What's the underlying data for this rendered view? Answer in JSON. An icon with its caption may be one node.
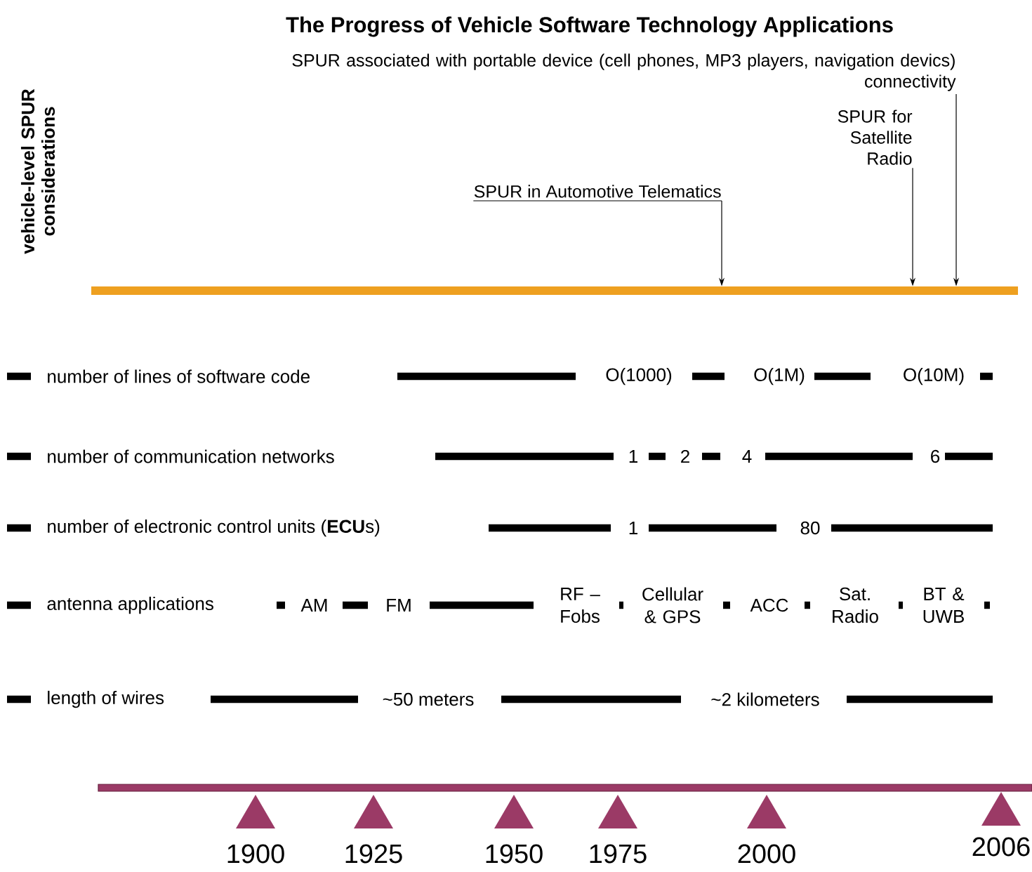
{
  "diagram": {
    "title": "The Progress of Vehicle Software Technology Applications",
    "nodes": [
      {
        "text": [
          "SPUR associated with portable device (cell phones, MP3 players, navigation devics) connectivity"
        ]
      },
      {
        "text": [
          "SPUR for Satellite Radio"
        ]
      },
      {
        "text": [
          "SPUR in Automotive Telematics"
        ]
      },
      {
        "text": [],
        "shape": "bar"
      }
    ],
    "edges": [
      {
        "from": 0,
        "to": 3,
        "arrow": "to"
      },
      {
        "from": 1,
        "to": 3,
        "arrow": "to"
      },
      {
        "from": 2,
        "to": 3,
        "arrow": "to"
      }
    ],
    "labels": [
      "vehicle-level SPUR considerations",
      "number of lines of software code",
      "O(1000)",
      "O(1M)",
      "O(10M)",
      "number of communication networks",
      "1",
      "2",
      "4",
      "6",
      "number of electronic control units (**ECU**s)",
      "1",
      "80",
      "antenna applications",
      "AM",
      "FM",
      "RF – Fobs",
      "Cellular & GPS",
      "ACC",
      "Sat. Radio",
      "BT & UWB",
      "length of wires",
      "~50 meters",
      "~2 kilometers",
      "1900",
      "1925",
      "1950",
      "1975",
      "2000",
      "2006"
    ]
  }
}
